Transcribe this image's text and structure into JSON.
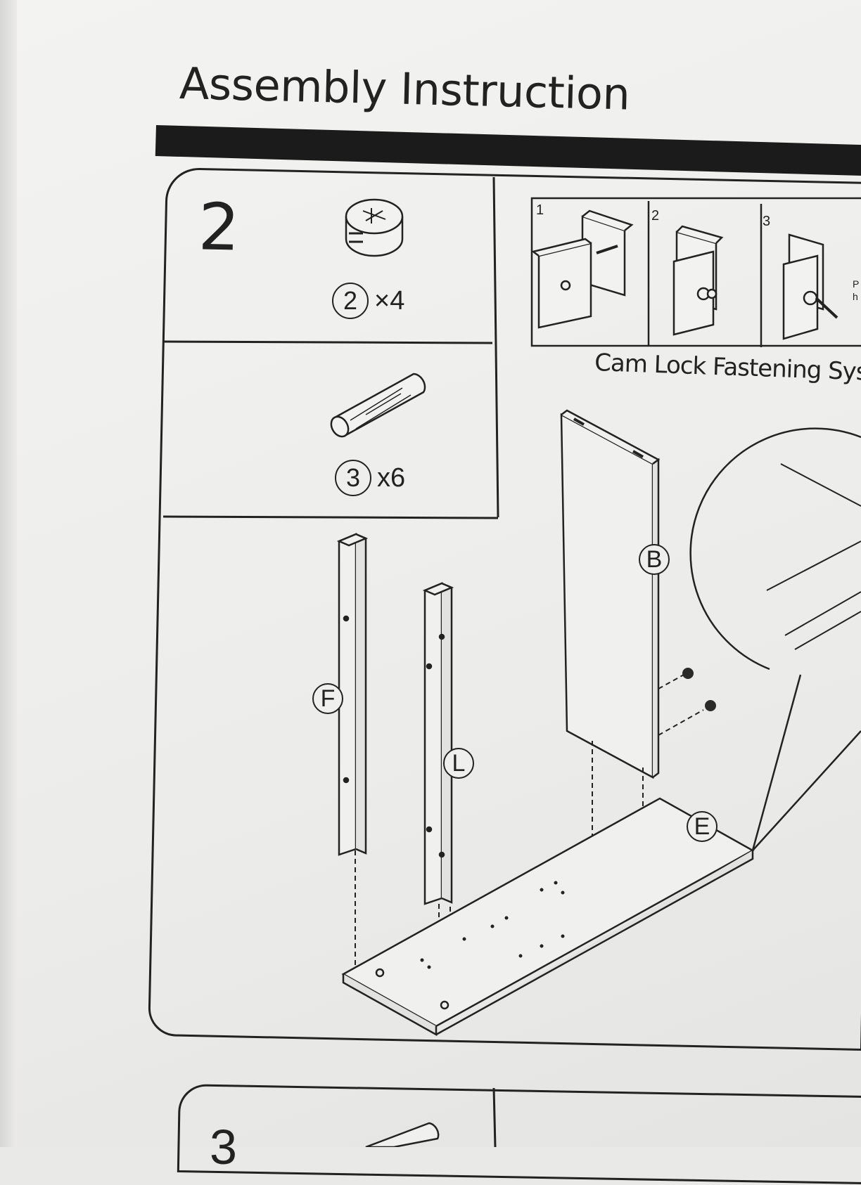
{
  "header": {
    "title": "Assembly Instruction"
  },
  "step": {
    "number": "2",
    "hardware": [
      {
        "id": "2",
        "quantity": "×4",
        "icon": "cam-lock-icon"
      },
      {
        "id": "3",
        "quantity": "x6",
        "icon": "wooden-dowel-icon"
      }
    ],
    "cam_lock_system": {
      "caption": "Cam Lock Fastening Syste",
      "substeps": [
        "1",
        "2",
        "3"
      ],
      "cut_text": [
        "P",
        "h"
      ]
    },
    "parts": [
      "F",
      "L",
      "B",
      "E"
    ]
  },
  "next_step": {
    "number": "3"
  }
}
